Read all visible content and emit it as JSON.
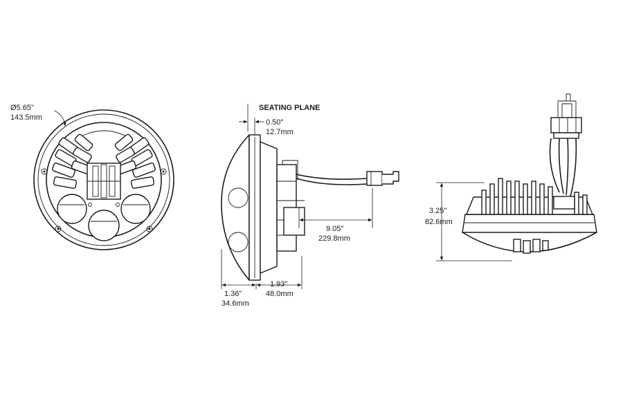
{
  "front_view": {
    "diameter_in": "Ø5.65\"",
    "diameter_mm": "143.5mm"
  },
  "side_view": {
    "seating_plane": "SEATING PLANE",
    "offset_in": "0.50\"",
    "offset_mm": "12.7mm",
    "cable_in": "9.05\"",
    "cable_mm": "229.8mm",
    "lens_depth_in": "1.36\"",
    "lens_depth_mm": "34.6mm",
    "body_depth_in": "1.93\"",
    "body_depth_mm": "48.0mm"
  },
  "top_view": {
    "height_in": "3.25\"",
    "height_mm": "82.6mm"
  }
}
